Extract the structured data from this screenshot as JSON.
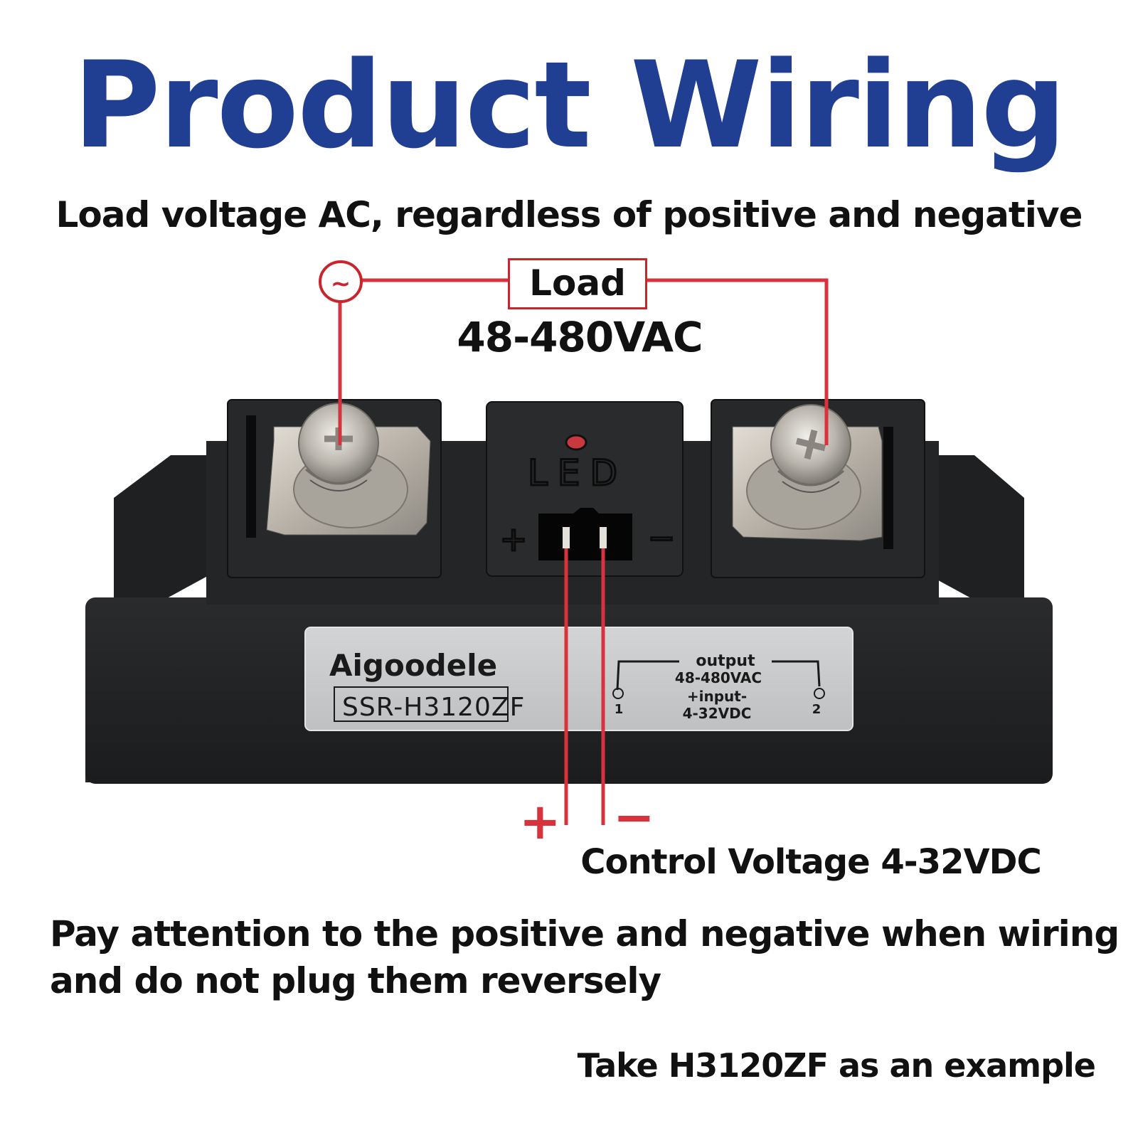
{
  "header": {
    "title": "Product Wiring",
    "subtitle": "Load voltage AC, regardless of positive and negative"
  },
  "circuit": {
    "ac_source_symbol": "~",
    "load_label": "Load",
    "load_voltage": "48-480VAC",
    "wire_color": "#d8333c"
  },
  "relay": {
    "led_label": "LED",
    "input_plus": "+",
    "input_minus": "−",
    "nameplate": {
      "brand": "Aigoodele",
      "model": "SSR-H3120ZF",
      "output_label": "output",
      "output_voltage": "48-480VAC",
      "input_label": "+input-",
      "input_voltage": "4-32VDC",
      "terminal_1": "1",
      "terminal_2": "2"
    }
  },
  "control": {
    "plus": "+",
    "minus": "−",
    "label": "Control Voltage 4-32VDC"
  },
  "notes": {
    "warning_line1": "Pay attention to the positive and negative when wiring",
    "warning_line2": "and do not plug them reversely",
    "example": "Take H3120ZF as an example"
  },
  "colors": {
    "title": "#213f92",
    "accent_red": "#d8333c",
    "body_black": "#1e1f21",
    "label_grey": "#c9cacb"
  }
}
